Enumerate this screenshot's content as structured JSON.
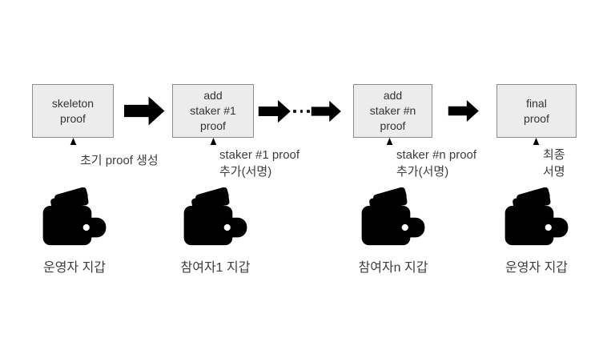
{
  "diagram_title": "proof aggregation flow",
  "colors": {
    "canvas_bg": "#ffffff",
    "box_fill": "#ececec",
    "box_border": "#8c8c8c",
    "arrow_fill": "#ececec",
    "arrow_border": "#9b9b9b",
    "text": "#333333",
    "note_text": "#3d3d3d",
    "connector": "#1f1f1f",
    "wallet_gold": "#9d7e2d"
  },
  "stages": [
    {
      "box_label": "skeleton\nproof",
      "note": "초기 proof 생성",
      "wallet_icon": "wallet-icon",
      "wallet_label": "운영자 지갑"
    },
    {
      "box_label": "add\nstaker #1\nproof",
      "note": "staker #1 proof\n추가(서명)",
      "wallet_icon": "wallet-icon",
      "wallet_label": "참여자1 지갑"
    },
    {
      "box_label": "add\nstaker #n\nproof",
      "note": "staker #n proof\n추가(서명)",
      "wallet_icon": "wallet-icon",
      "wallet_label": "참여자n 지갑"
    },
    {
      "box_label": "final\nproof",
      "note": "최종\n서명",
      "wallet_icon": "wallet-icon",
      "wallet_label": "운영자 지갑"
    }
  ],
  "connectors": {
    "between_1_2": "right-block-arrow",
    "between_2_3": "right-block-arrow, ellipsis, right-block-arrow",
    "between_3_4": "right-block-arrow"
  }
}
